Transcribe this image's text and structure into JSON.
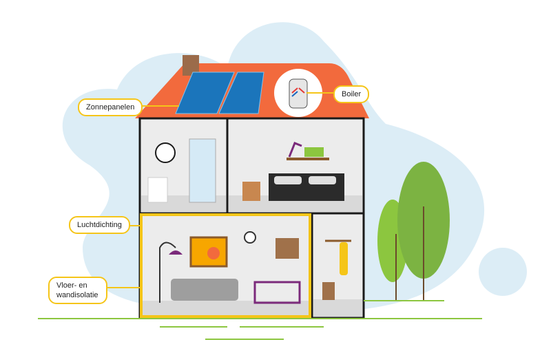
{
  "labels": {
    "solar": "Zonnepanelen",
    "boiler": "Boiler",
    "airtight": "Luchtdichting",
    "insulation_line1": "Vloer- en",
    "insulation_line2": "wandisolatie"
  },
  "colors": {
    "background_blob": "#dcedf6",
    "roof": "#f26a3d",
    "wall": "#ececec",
    "outline": "#1a1a1a",
    "accent_yellow": "#f5c518",
    "grass": "#8cc63f",
    "solar": "#1b75bb"
  }
}
